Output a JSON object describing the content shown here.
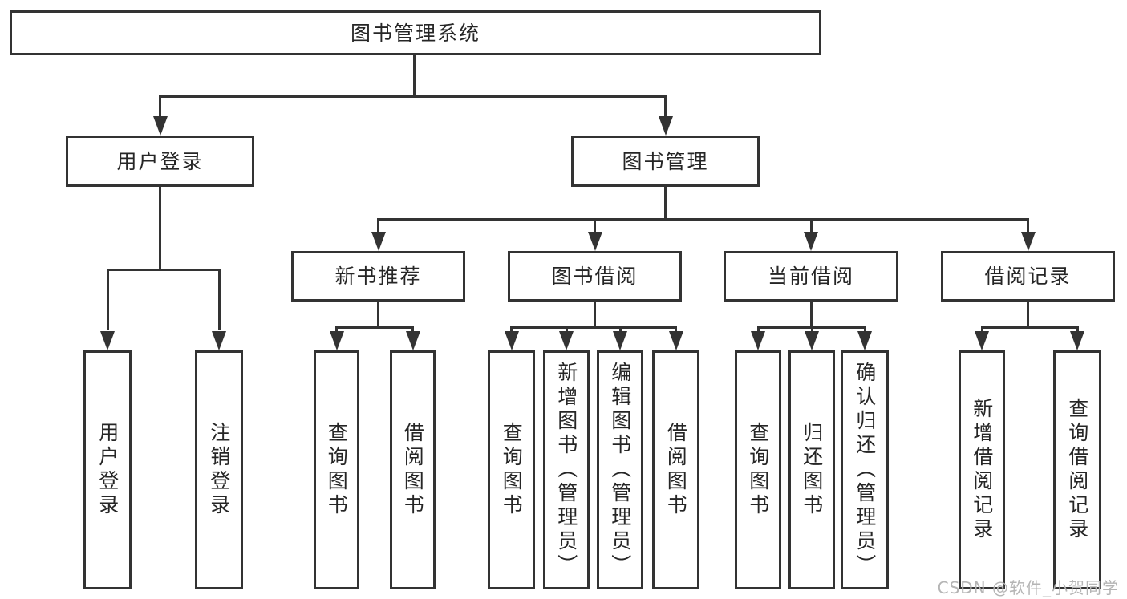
{
  "colors": {
    "line": "#333333",
    "text": "#262626",
    "watermark": "#b5b5b5",
    "bg": "#ffffff"
  },
  "tree": {
    "label": "图书管理系统",
    "children": [
      {
        "label": "用户登录",
        "children": [
          {
            "label": "用户登录"
          },
          {
            "label": "注销登录"
          }
        ]
      },
      {
        "label": "图书管理",
        "children": [
          {
            "label": "新书推荐",
            "children": [
              {
                "label": "查询图书"
              },
              {
                "label": "借阅图书"
              }
            ]
          },
          {
            "label": "图书借阅",
            "children": [
              {
                "label": "查询图书"
              },
              {
                "label": "新增图书（管理员）"
              },
              {
                "label": "编辑图书（管理员）"
              },
              {
                "label": "借阅图书"
              }
            ]
          },
          {
            "label": "当前借阅",
            "children": [
              {
                "label": "查询图书"
              },
              {
                "label": "归还图书"
              },
              {
                "label": "确认归还（管理员）"
              }
            ]
          },
          {
            "label": "借阅记录",
            "children": [
              {
                "label": "新增借阅记录"
              },
              {
                "label": "查询借阅记录"
              }
            ]
          }
        ]
      }
    ]
  },
  "watermark": {
    "text": "CSDN @软件_小贺同学"
  }
}
